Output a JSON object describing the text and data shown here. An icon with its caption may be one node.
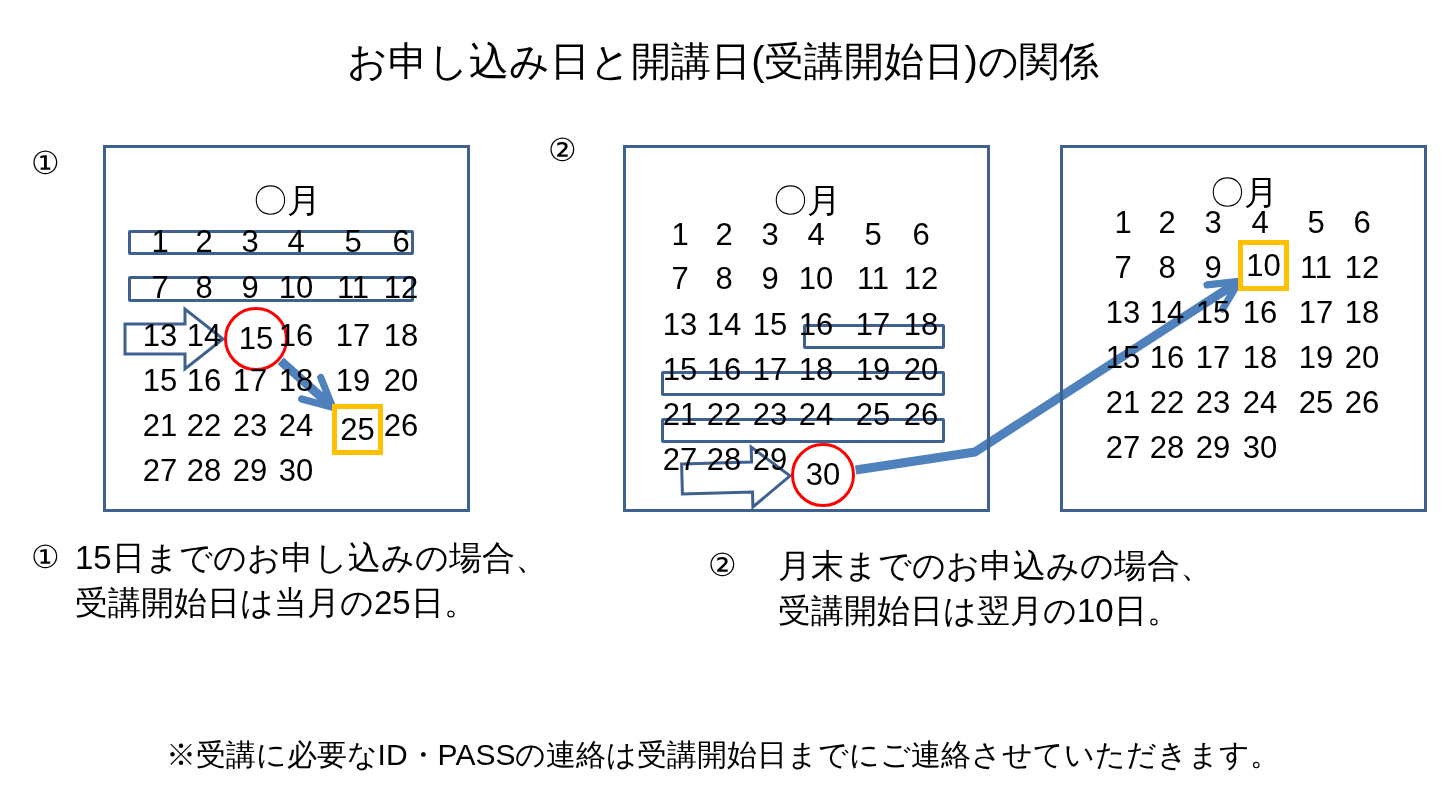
{
  "diagram": {
    "title": "お申し込み日と開講日(受講開始日)の関係",
    "nodes": [
      {
        "text": [
          "〇月"
        ]
      },
      {
        "text": [],
        "shape": "box",
        "in": 0
      },
      {
        "text": [],
        "shape": "box",
        "in": 0
      },
      {
        "text": [
          "15"
        ],
        "in": 0
      },
      {
        "text": [
          "25"
        ],
        "in": 0
      },
      {
        "text": [
          "〇月"
        ]
      },
      {
        "text": [],
        "shape": "box",
        "in": 5
      },
      {
        "text": [],
        "shape": "box",
        "in": 5
      },
      {
        "text": [],
        "shape": "box",
        "in": 5
      },
      {
        "text": [
          "30"
        ],
        "in": 5
      },
      {
        "text": [
          "〇月"
        ]
      },
      {
        "text": [
          "10"
        ],
        "in": 10
      }
    ],
    "edges": [
      {
        "from": null,
        "to": 3,
        "arrow": "to"
      },
      {
        "from": 3,
        "to": 4,
        "arrow": "to"
      },
      {
        "from": null,
        "to": 9,
        "arrow": "to"
      },
      {
        "from": 9,
        "to": 11,
        "arrow": "to"
      }
    ],
    "labels": [
      "①",
      "②",
      "1",
      "2",
      "3",
      "4",
      "5",
      "6",
      "7",
      "8",
      "9",
      "10",
      "11",
      "12",
      "13",
      "14",
      "16",
      "17",
      "18",
      "15",
      "16",
      "17",
      "18",
      "19",
      "20",
      "21",
      "22",
      "23",
      "24",
      "26",
      "27",
      "28",
      "29",
      "30",
      "1",
      "2",
      "3",
      "4",
      "5",
      "6",
      "7",
      "8",
      "9",
      "10",
      "11",
      "12",
      "13",
      "14",
      "15",
      "16",
      "17",
      "18",
      "15",
      "16",
      "17",
      "18",
      "19",
      "20",
      "21",
      "22",
      "23",
      "24",
      "25",
      "26",
      "27",
      "28",
      "29",
      "1",
      "2",
      "3",
      "4",
      "5",
      "6",
      "7",
      "8",
      "9",
      "11",
      "12",
      "13",
      "14",
      "15",
      "16",
      "17",
      "18",
      "15",
      "16",
      "17",
      "18",
      "19",
      "20",
      "21",
      "22",
      "23",
      "24",
      "25",
      "26",
      "27",
      "28",
      "29",
      "30",
      "①",
      "15日までのお申し込みの場合、受講開始日は当月の25日。",
      "②",
      "月末までのお申込みの場合、受講開始日は翌月の10日。",
      "※受講に必要なID・PASSの連絡は受講開始日までにご連絡させていただきます。"
    ]
  }
}
